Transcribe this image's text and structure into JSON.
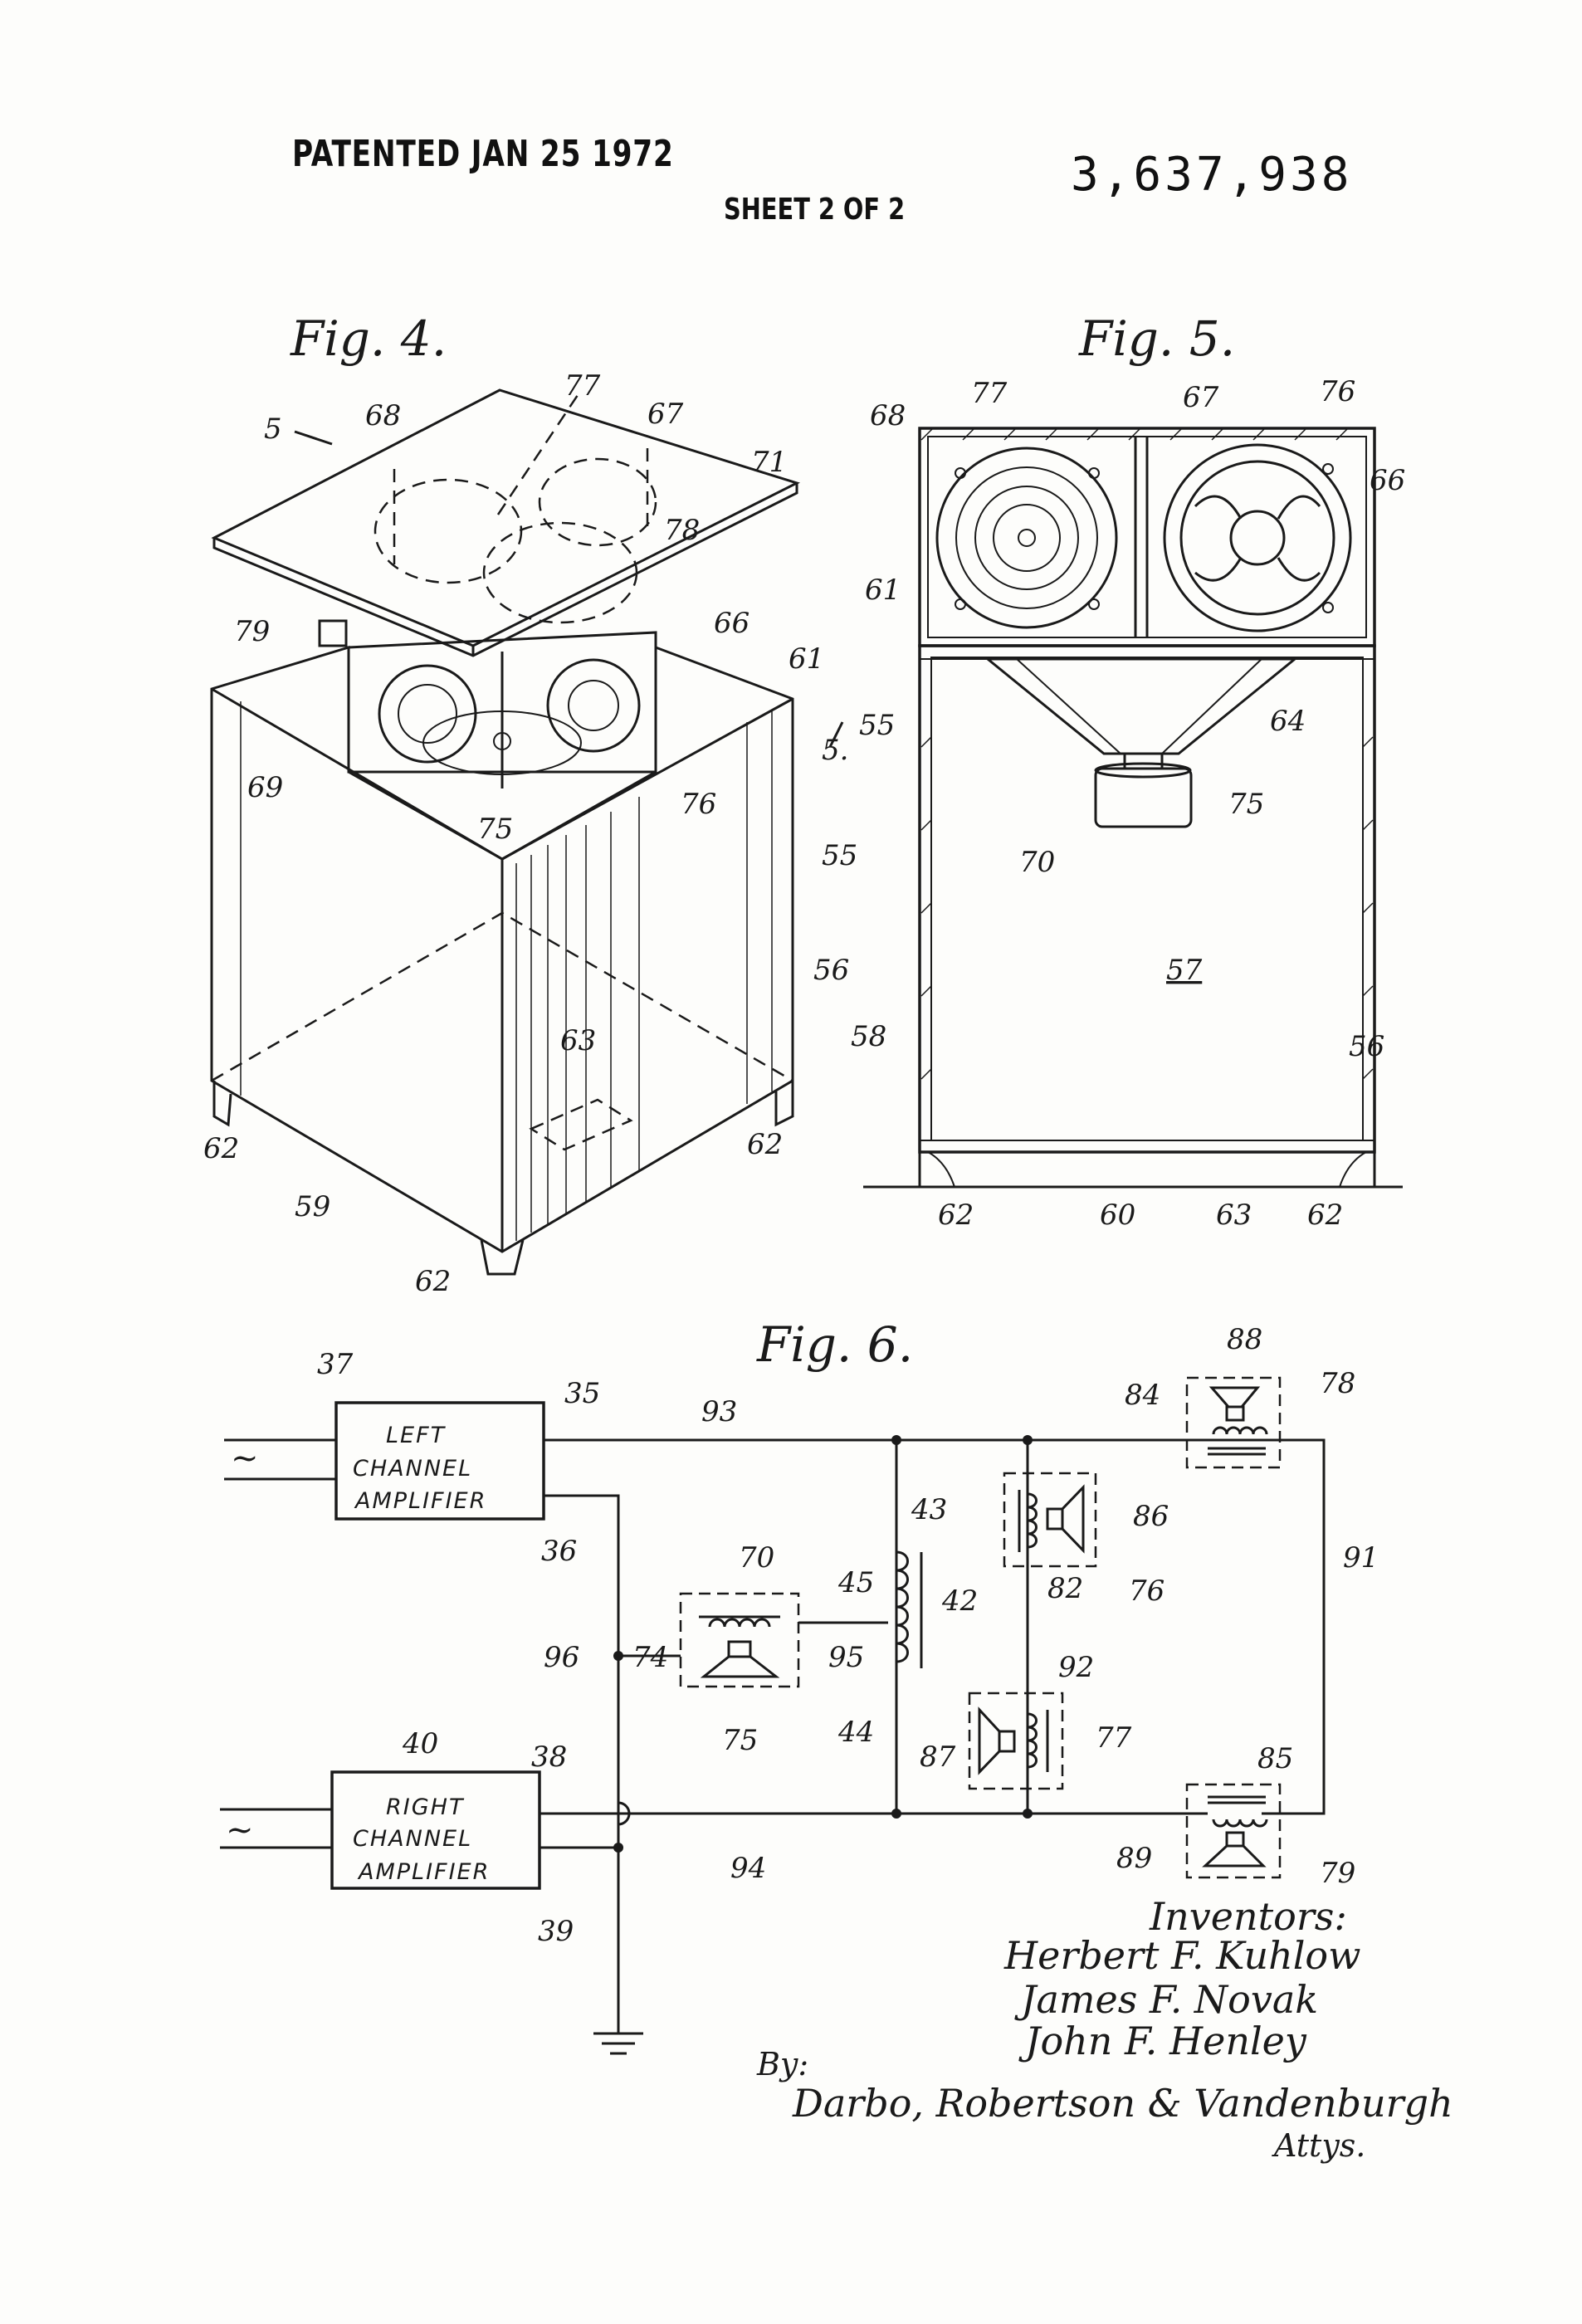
{
  "header": {
    "patented": "PATENTED JAN 25 1972",
    "patent_number": "3,637,938",
    "sheet": "SHEET 2 OF 2"
  },
  "figures": {
    "fig4": {
      "title": "Fig. 4.",
      "refs": {
        "r5a": "5",
        "r68": "68",
        "r77": "77",
        "r67": "67",
        "r71": "71",
        "r78": "78",
        "r79": "79",
        "r66": "66",
        "r61": "61",
        "r5b": "5.",
        "r69": "69",
        "r75": "75",
        "r76": "76",
        "r55": "55",
        "r56": "56",
        "r63": "63",
        "r62a": "62",
        "r62b": "62",
        "r59": "59",
        "r62c": "62"
      }
    },
    "fig5": {
      "title": "Fig. 5.",
      "refs": {
        "r68": "68",
        "r77": "77",
        "r67": "67",
        "r76": "76",
        "r66": "66",
        "r61": "61",
        "r55": "55",
        "r64": "64",
        "r75": "75",
        "r70": "70",
        "r57": "57",
        "r58": "58",
        "r56": "56",
        "r62a": "62",
        "r60": "60",
        "r63": "63",
        "r62b": "62"
      }
    },
    "fig6": {
      "title": "Fig. 6.",
      "left_amp": [
        "LEFT",
        "CHANNEL",
        "AMPLIFIER"
      ],
      "right_amp": [
        "RIGHT",
        "CHANNEL",
        "AMPLIFIER"
      ],
      "ac_symbol": "~",
      "refs": {
        "r37": "37",
        "r35": "35",
        "r93": "93",
        "r88": "88",
        "r84": "84",
        "r78": "78",
        "r36": "36",
        "r43": "43",
        "r86": "86",
        "r70": "70",
        "r45": "45",
        "r42": "42",
        "r82": "82",
        "r76": "76",
        "r91": "91",
        "r96": "96",
        "r74": "74",
        "r95": "95",
        "r92": "92",
        "r44": "44",
        "r87": "87",
        "r77": "77",
        "r75": "75",
        "r40": "40",
        "r38": "38",
        "r85": "85",
        "r94": "94",
        "r89": "89",
        "r79": "79",
        "r39": "39"
      }
    }
  },
  "signature": {
    "inventors_label": "Inventors:",
    "names": [
      "Herbert F. Kuhlow",
      "James F. Novak",
      "John F. Henley"
    ],
    "by": "By:",
    "attorneys": "Darbo, Robertson & Vandenburgh",
    "attys": "Attys."
  }
}
